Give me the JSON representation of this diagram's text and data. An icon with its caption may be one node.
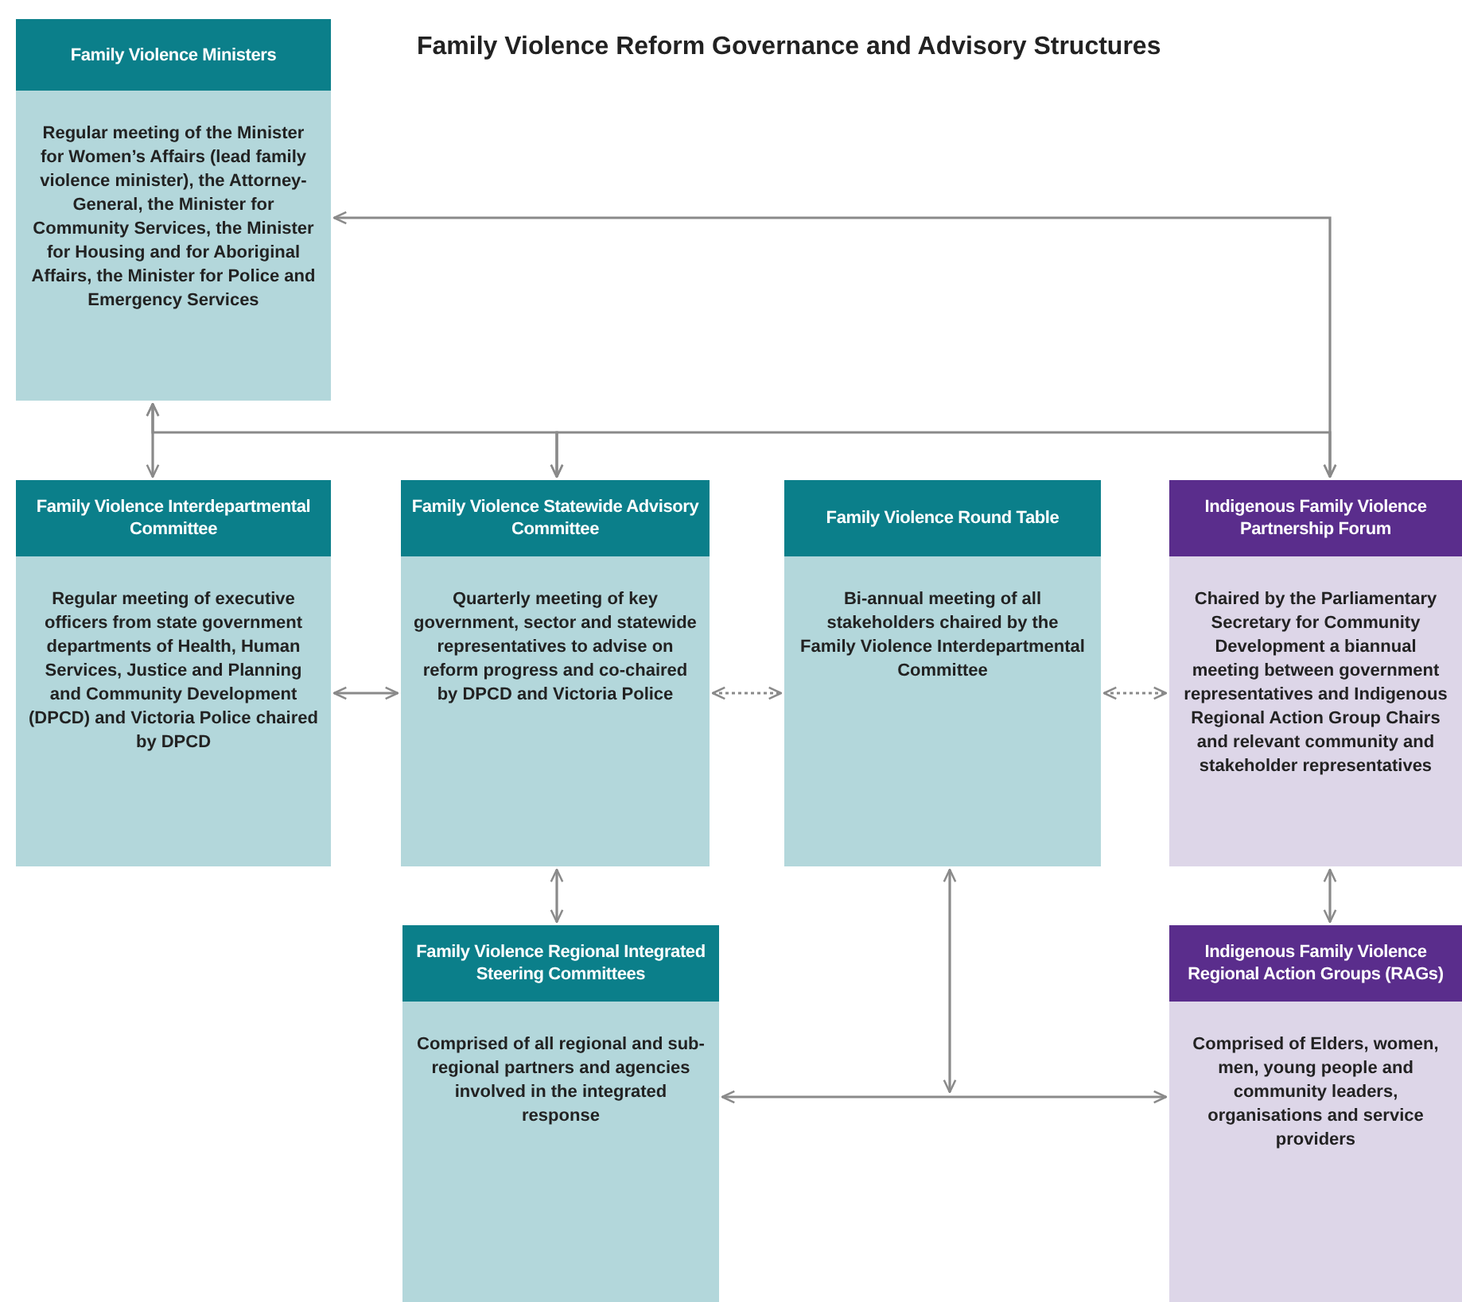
{
  "diagram": {
    "title": "Family Violence Reform Governance and Advisory Structures",
    "nodes": [
      {
        "text": [
          "Family Violence Ministers",
          "Regular meeting of the Minister for Women’s Affairs (lead family violence minister), the Attorney-General, the Minister for Community Services, the Minister for Housing and for Aboriginal Affairs, the Minister for Police and Emergency Services"
        ]
      },
      {
        "text": [
          "Family Violence Interdepartmental Committee",
          "Regular meeting of executive officers from state government departments of Health, Human Services, Justice and Planning and Community Development (DPCD) and Victoria Police chaired by DPCD"
        ]
      },
      {
        "text": [
          "Family Violence Statewide Advisory Committee",
          "Quarterly meeting of key government, sector and statewide representatives to advise on reform progress and co-chaired by DPCD and Victoria Police"
        ]
      },
      {
        "text": [
          "Family Violence Round Table",
          "Bi-annual meeting of all stakeholders chaired by the Family Violence Interdepartmental Committee"
        ]
      },
      {
        "text": [
          "Indigenous Family Violence Partnership Forum",
          "Chaired by the Parliamentary Secretary for Community Development a biannual meeting between government representatives and Indigenous Regional Action Group Chairs and relevant community and stakeholder representatives"
        ]
      },
      {
        "text": [
          "Family Violence Regional Integrated Steering Committees",
          "Comprised of all regional and sub-regional partners and agencies involved in the integrated response"
        ]
      },
      {
        "text": [
          "Indigenous Family Violence Regional Action Groups (RAGs)",
          "Comprised of Elders, women, men, young people and community leaders, organisations and service providers"
        ]
      }
    ],
    "edges": [
      {
        "from": 0,
        "to": 4,
        "arrow": "both"
      },
      {
        "from": 0,
        "to": 1,
        "arrow": "both"
      },
      {
        "from": 2,
        "to": 4,
        "arrow": "both"
      },
      {
        "from": 0,
        "to": 2,
        "arrow": "both"
      },
      {
        "from": 1,
        "to": 2,
        "arrow": "both"
      },
      {
        "from": 2,
        "to": 3,
        "arrow": "both",
        "style": "dashed"
      },
      {
        "from": 3,
        "to": 4,
        "arrow": "both",
        "style": "dashed"
      },
      {
        "from": 2,
        "to": 5,
        "arrow": "both"
      },
      {
        "from": 4,
        "to": 6,
        "arrow": "both"
      },
      {
        "from": 5,
        "to": 6,
        "arrow": "both"
      },
      {
        "from": 3,
        "to": null,
        "arrow": "both"
      }
    ]
  }
}
